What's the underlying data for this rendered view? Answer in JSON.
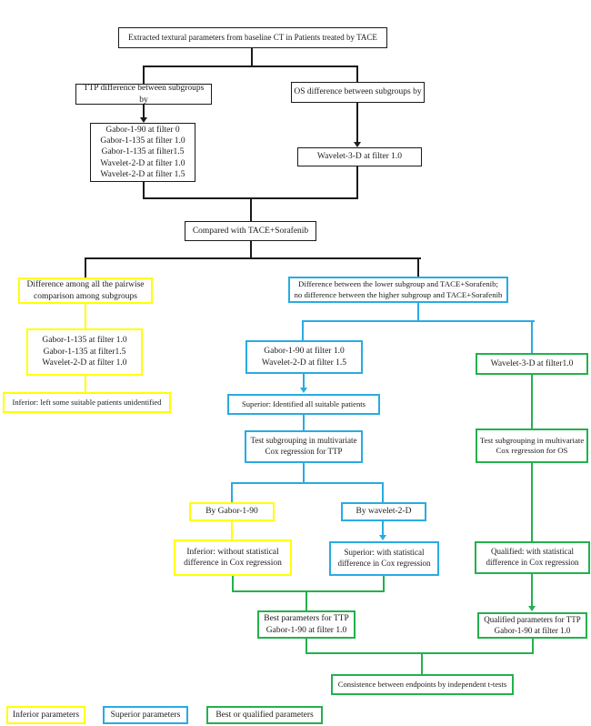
{
  "figure": {
    "type": "flowchart",
    "colors": {
      "line_black": "#1a1a1a",
      "inferior_yellow": "#ffff00",
      "superior_blue": "#29abe2",
      "best_green": "#23b14d"
    },
    "nodes": {
      "extracted": "Extracted textural parameters from baseline CT  in Patients treated by TACE",
      "ttp_diff": "TTP difference between subgroups by",
      "os_diff": "OS difference between subgroups by",
      "ttp_param_list": "Gabor-1-90 at filter 0\nGabor-1-135 at filter 1.0\nGabor-1-135 at filter1.5\nWavelet-2-D at filter 1.0\nWavelet-2-D at filter 1.5",
      "os_param": "Wavelet-3-D at filter 1.0",
      "compared": "Compared with TACE+Sorafenib",
      "pairwise_diff": "Difference among all the pairwise\ncomparison among subgroups",
      "inferior_param_list": "Gabor-1-135 at filter 1.0\nGabor-1-135 at filter1.5\nWavelet-2-D at filter 1.0",
      "inferior_result": "Inferior: left some  suitable patients unidentified",
      "lower_diff": "Difference between the lower subgroup and TACE+Sorafenib;\nno difference between the higher subgroup and TACE+Sorafenib",
      "superior_param_list": "Gabor-1-90 at filter 1.0\nWavelet-2-D at filter 1.5",
      "superior_result": "Superior: Identified all  suitable patients",
      "test_ttp": "Test subgrouping in multivariate\nCox regression for TTP",
      "by_gabor": "By Gabor-1-90",
      "by_wavelet": "By wavelet-2-D",
      "inferior_cox": "Inferior: without statistical\ndifference in Cox regression",
      "superior_cox": "Superior: with statistical\ndifference in Cox regression",
      "qualified_os_param": "Wavelet-3-D at filter1.0",
      "test_os": "Test subgrouping in multivariate\nCox regression for OS",
      "qualified_cox": "Qualified: with statistical\ndifference in Cox regression",
      "best_ttp": "Best parameters for TTP\nGabor-1-90 at filter 1.0",
      "qualified_ttp": "Qualified parameters for TTP\nGabor-1-90 at filter 1.0",
      "consistence": "Consistence between endpoints by independent t-tests"
    },
    "legend": {
      "inferior": "Inferior parameters",
      "superior": "Superior parameters",
      "best_qualified": "Best or qualified parameters"
    }
  }
}
